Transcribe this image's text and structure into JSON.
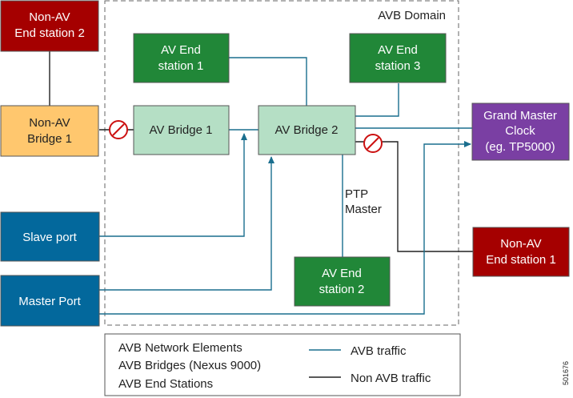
{
  "domain_label": "AVB Domain",
  "nodes": {
    "non_av_end_station_2": {
      "lines": [
        "Non-AV",
        "End station 2"
      ],
      "fill": "#a50000"
    },
    "non_av_bridge_1": {
      "lines": [
        "Non-AV",
        "Bridge 1"
      ],
      "fill": "#ffc76e"
    },
    "av_end_station_1": {
      "lines": [
        "AV End",
        "station 1"
      ],
      "fill": "#218738"
    },
    "av_end_station_3": {
      "lines": [
        "AV End",
        "station 3"
      ],
      "fill": "#218738"
    },
    "av_bridge_1": {
      "lines": [
        "AV Bridge 1"
      ],
      "fill": "#b5dfc5"
    },
    "av_bridge_2": {
      "lines": [
        "AV Bridge 2"
      ],
      "fill": "#b5dfc5"
    },
    "grand_master_clock": {
      "lines": [
        "Grand Master",
        "Clock",
        "(eg. TP5000)"
      ],
      "fill": "#7a3fa3"
    },
    "slave_port": {
      "lines": [
        "Slave port"
      ],
      "fill": "#03689c"
    },
    "master_port": {
      "lines": [
        "Master Port"
      ],
      "fill": "#03689c"
    },
    "av_end_station_2": {
      "lines": [
        "AV End",
        "station 2"
      ],
      "fill": "#218738"
    },
    "non_av_end_station_1": {
      "lines": [
        "Non-AV",
        "End station 1"
      ],
      "fill": "#a50000"
    }
  },
  "ptp_master_label": [
    "PTP",
    "Master"
  ],
  "legend": {
    "elements_heading": "AVB Network Elements",
    "bridges_label": "AVB Bridges (Nexus 9000)",
    "end_stations_label": "AVB End Stations",
    "avb_traffic_label": "AVB traffic",
    "non_avb_traffic_label": "Non AVB traffic"
  },
  "figure_id": "501676",
  "colors": {
    "avb_line": "#1a6e8e",
    "non_avb_line": "#222222",
    "block_sign": "#cc1111",
    "domain_border": "#666666"
  }
}
